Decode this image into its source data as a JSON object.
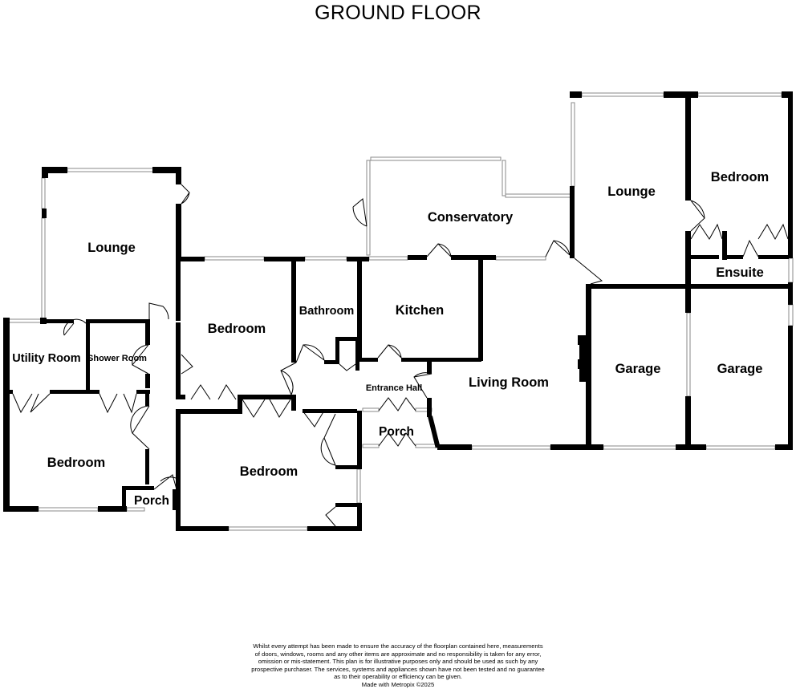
{
  "floor_title": "GROUND FLOOR",
  "rooms": [
    {
      "id": "lounge-west",
      "label": "Lounge"
    },
    {
      "id": "utility-room",
      "label": "Utility Room"
    },
    {
      "id": "shower-room",
      "label": "Shower Room"
    },
    {
      "id": "bedroom-west",
      "label": "Bedroom"
    },
    {
      "id": "porch-west",
      "label": "Porch"
    },
    {
      "id": "bedroom-middle",
      "label": "Bedroom"
    },
    {
      "id": "bathroom",
      "label": "Bathroom"
    },
    {
      "id": "bedroom-south",
      "label": "Bedroom"
    },
    {
      "id": "kitchen",
      "label": "Kitchen"
    },
    {
      "id": "conservatory",
      "label": "Conservatory"
    },
    {
      "id": "entrance-hall",
      "label": "Entrance Hall"
    },
    {
      "id": "porch-south",
      "label": "Porch"
    },
    {
      "id": "living-room",
      "label": "Living Room"
    },
    {
      "id": "lounge-east",
      "label": "Lounge"
    },
    {
      "id": "bedroom-east",
      "label": "Bedroom"
    },
    {
      "id": "ensuite",
      "label": "Ensuite"
    },
    {
      "id": "garage-1",
      "label": "Garage"
    },
    {
      "id": "garage-2",
      "label": "Garage"
    }
  ],
  "disclaimer_lines": [
    "Whilst every attempt has been made to ensure the accuracy of the floorplan contained here, measurements",
    "of doors, windows, rooms and any other items are approximate and no responsibility is taken for any error,",
    "omission or mis-statement. This plan is for illustrative purposes only and should be used as such by any",
    "prospective purchaser. The services, systems and appliances shown have not been tested and no guarantee",
    "as to their operability or efficiency can be given.",
    "Made with Metropix ©2025"
  ]
}
